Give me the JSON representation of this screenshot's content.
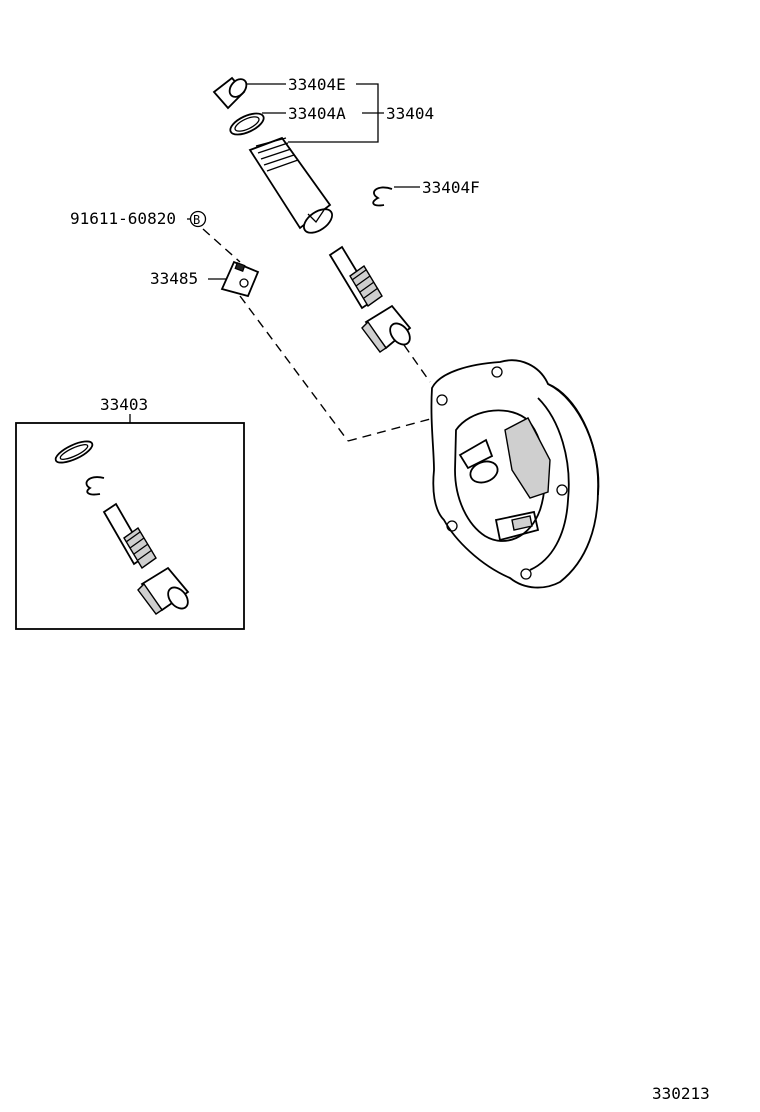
{
  "labels": {
    "p33404E": "33404E",
    "p33404A": "33404A",
    "p33404": "33404",
    "p33404F": "33404F",
    "p91611": "91611-60820",
    "circleB": "B",
    "p33485": "33485",
    "p33403": "33403",
    "figure_id": "330213"
  }
}
